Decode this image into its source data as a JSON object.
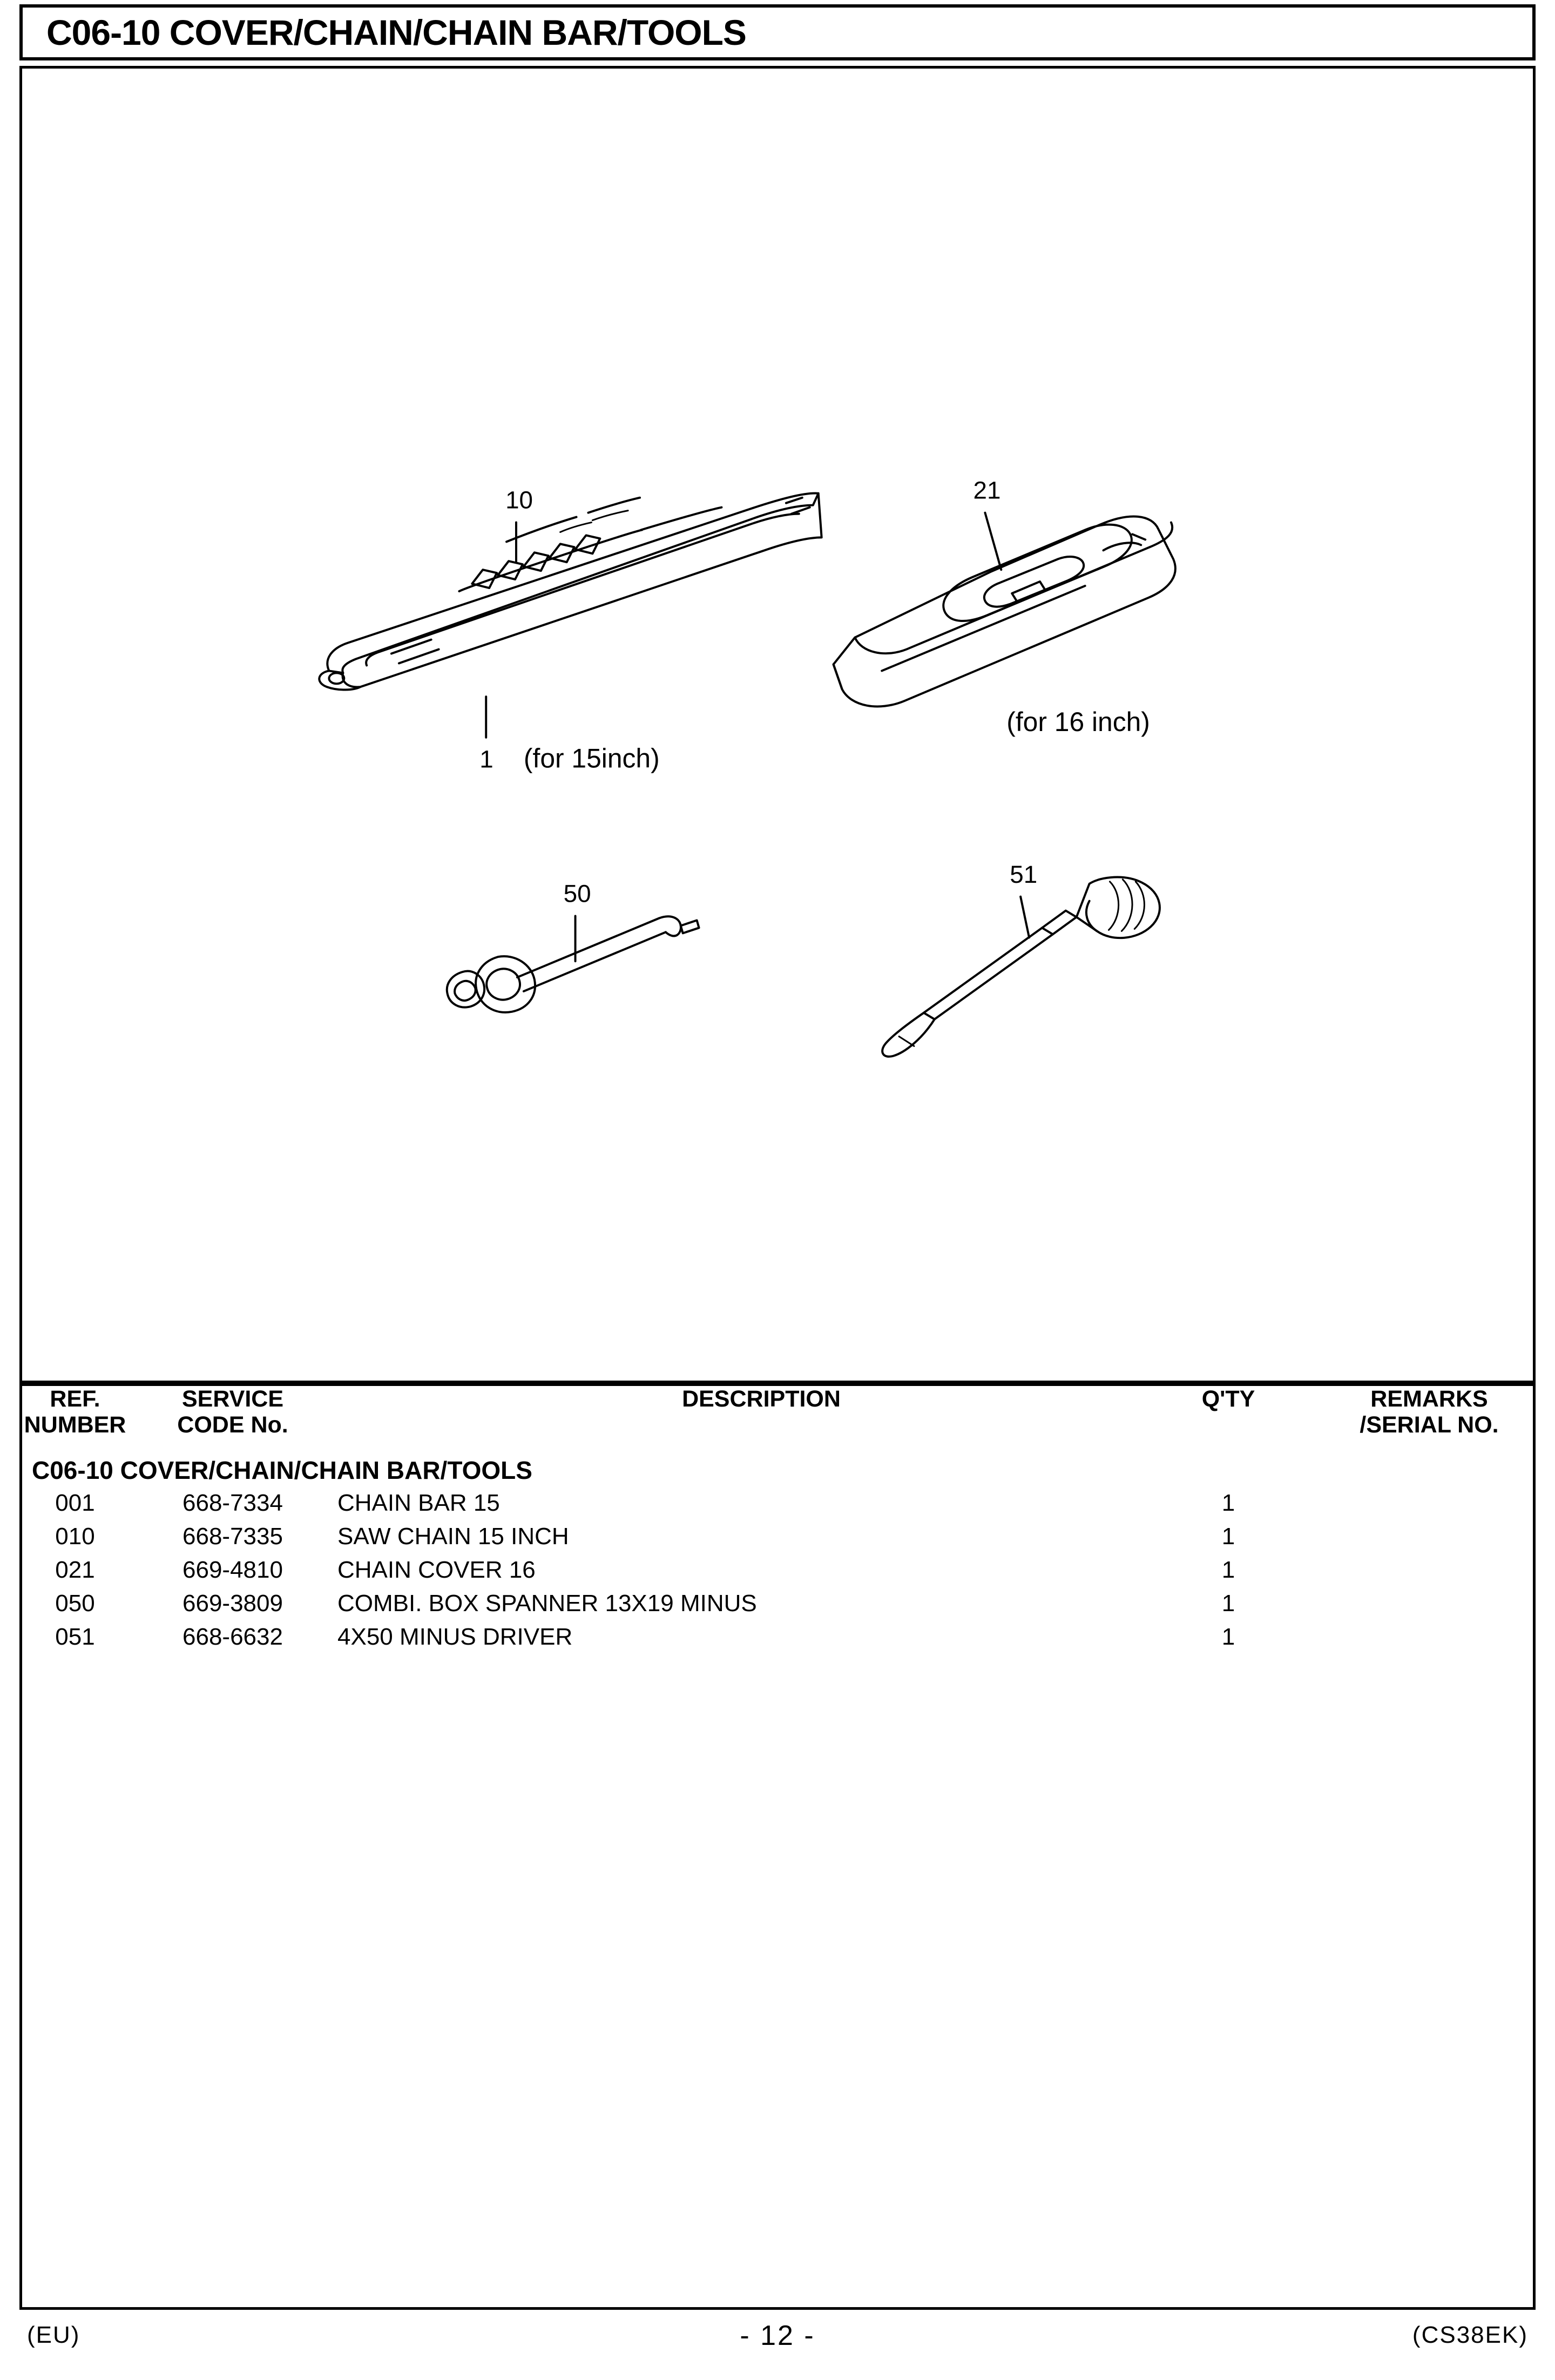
{
  "header": {
    "title": "C06-10 COVER/CHAIN/CHAIN BAR/TOOLS"
  },
  "figure": {
    "callouts": [
      {
        "id": "callout-10",
        "label": "10"
      },
      {
        "id": "callout-21",
        "label": "21"
      },
      {
        "id": "callout-1",
        "label": "1"
      },
      {
        "id": "callout-50",
        "label": "50"
      },
      {
        "id": "callout-51",
        "label": "51"
      }
    ],
    "annotations": [
      {
        "id": "note-15inch",
        "label": "(for 15inch)"
      },
      {
        "id": "note-16inch",
        "label": "(for 16 inch)"
      }
    ]
  },
  "table": {
    "columns": [
      {
        "key": "ref",
        "line1": "REF.",
        "line2": "NUMBER"
      },
      {
        "key": "code",
        "line1": "SERVICE",
        "line2": "CODE No."
      },
      {
        "key": "desc",
        "line1": "DESCRIPTION",
        "line2": ""
      },
      {
        "key": "qty",
        "line1": "Q'TY",
        "line2": ""
      },
      {
        "key": "blank",
        "line1": "",
        "line2": ""
      },
      {
        "key": "remarks",
        "line1": "REMARKS",
        "line2": "/SERIAL NO."
      }
    ],
    "section_title": "C06-10 COVER/CHAIN/CHAIN BAR/TOOLS",
    "rows": [
      {
        "ref": "001",
        "code": "668-7334",
        "desc": "CHAIN BAR 15",
        "qty": "1",
        "remarks": ""
      },
      {
        "ref": "010",
        "code": "668-7335",
        "desc": "SAW CHAIN 15 INCH",
        "qty": "1",
        "remarks": ""
      },
      {
        "ref": "021",
        "code": "669-4810",
        "desc": "CHAIN COVER 16",
        "qty": "1",
        "remarks": ""
      },
      {
        "ref": "050",
        "code": "669-3809",
        "desc": "COMBI. BOX SPANNER 13X19 MINUS",
        "qty": "1",
        "remarks": ""
      },
      {
        "ref": "051",
        "code": "668-6632",
        "desc": "4X50 MINUS DRIVER",
        "qty": "1",
        "remarks": ""
      }
    ]
  },
  "footer": {
    "left": "(EU)",
    "center": "- 12 -",
    "right": "(CS38EK)"
  }
}
